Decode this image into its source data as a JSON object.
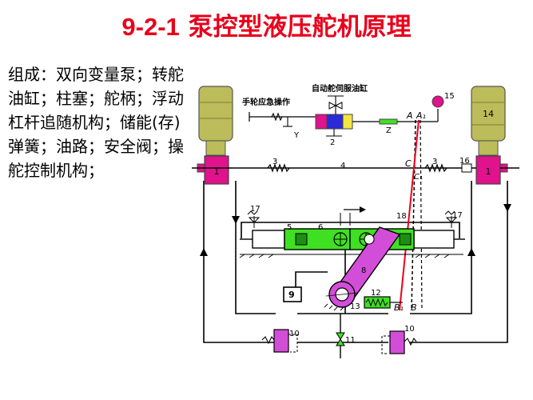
{
  "title": {
    "number": "9-2-1",
    "text": "泵控型液压舵机原理"
  },
  "description": "组成：双向变量泵；转舵油缸；柱塞；舵柄；浮动杠杆追随机构；储能(存)弹簧；油路；安全阀；操舵控制机构；",
  "diagram": {
    "label_handwheel": "手轮应急操作",
    "label_servo": "自动舵伺服油缸",
    "motor_left": "",
    "motor_right": "14",
    "pump_left": "1",
    "pump_right": "1",
    "n2": "2",
    "n3a": "3",
    "n3b": "3",
    "n4": "4",
    "n5": "5",
    "n6": "6",
    "n8": "8",
    "n9": "9",
    "n10a": "10",
    "n10b": "10",
    "n11": "11",
    "n12": "12",
    "n13": "13",
    "n15": "15",
    "n16": "16",
    "n17a": "17",
    "n17b": "17",
    "n18": "18",
    "lY": "Y",
    "lZ": "Z",
    "lA": "A",
    "lA1": "A₁",
    "lB": "B",
    "lB1": "B₁",
    "lC": "C",
    "lC1": "C₁"
  },
  "colors": {
    "title": "#e8001c",
    "motor": "#bcbc5a",
    "pump": "#e0128c",
    "cylinder": "#3fe022",
    "tiller": "#d34ed8",
    "feedback": "#e8001c"
  }
}
